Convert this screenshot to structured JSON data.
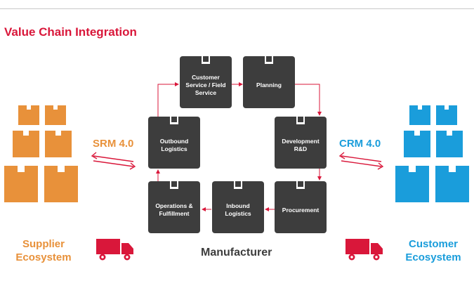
{
  "title": "Value Chain Integration",
  "nodes": {
    "customer_service": "Customer Service / Field Service",
    "planning": "Planning",
    "development": "Development R&D",
    "procurement": "Procurement",
    "inbound": "Inbound Logistics",
    "operations": "Operations & Fulfillment",
    "outbound": "Outbound Logistics"
  },
  "center_label": "Manufacturer",
  "supplier": {
    "line1": "Supplier",
    "line2": "Ecosystem",
    "flow_label": "SRM 4.0"
  },
  "customer": {
    "line1": "Customer",
    "line2": "Ecosystem",
    "flow_label": "CRM 4.0"
  },
  "colors": {
    "title": "#d9173a",
    "arrow": "#d9173a",
    "box": "#3d3d3d",
    "supplier": "#e8913a",
    "customer": "#1a9ddb",
    "truck": "#d9173a"
  }
}
